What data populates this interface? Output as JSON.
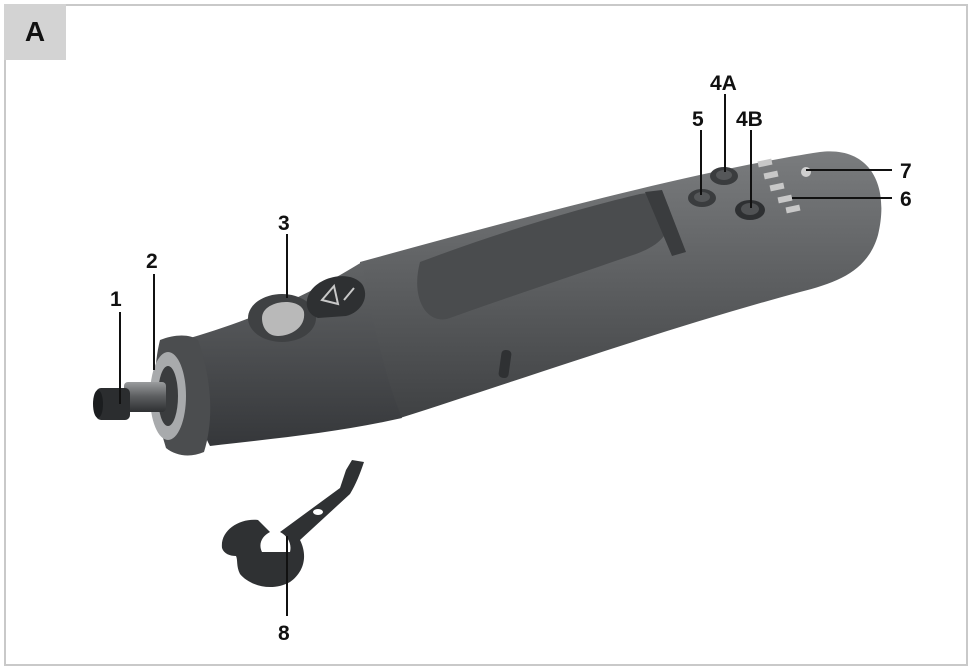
{
  "figure": {
    "tag": "A"
  },
  "callouts": [
    {
      "id": "1",
      "text": "1"
    },
    {
      "id": "2",
      "text": "2"
    },
    {
      "id": "3",
      "text": "3"
    },
    {
      "id": "4A",
      "text": "4A"
    },
    {
      "id": "4B",
      "text": "4B"
    },
    {
      "id": "5",
      "text": "5"
    },
    {
      "id": "6",
      "text": "6"
    },
    {
      "id": "7",
      "text": "7"
    },
    {
      "id": "8",
      "text": "8"
    }
  ],
  "colors": {
    "body": "#5d5f61",
    "body_dark": "#3e4042",
    "grip": "#4a4c4e",
    "button": "#b9b9b9",
    "leader": "#111111"
  },
  "icons": [
    "rotary-tool-icon",
    "spanner-icon",
    "lock-symbol-icon"
  ]
}
